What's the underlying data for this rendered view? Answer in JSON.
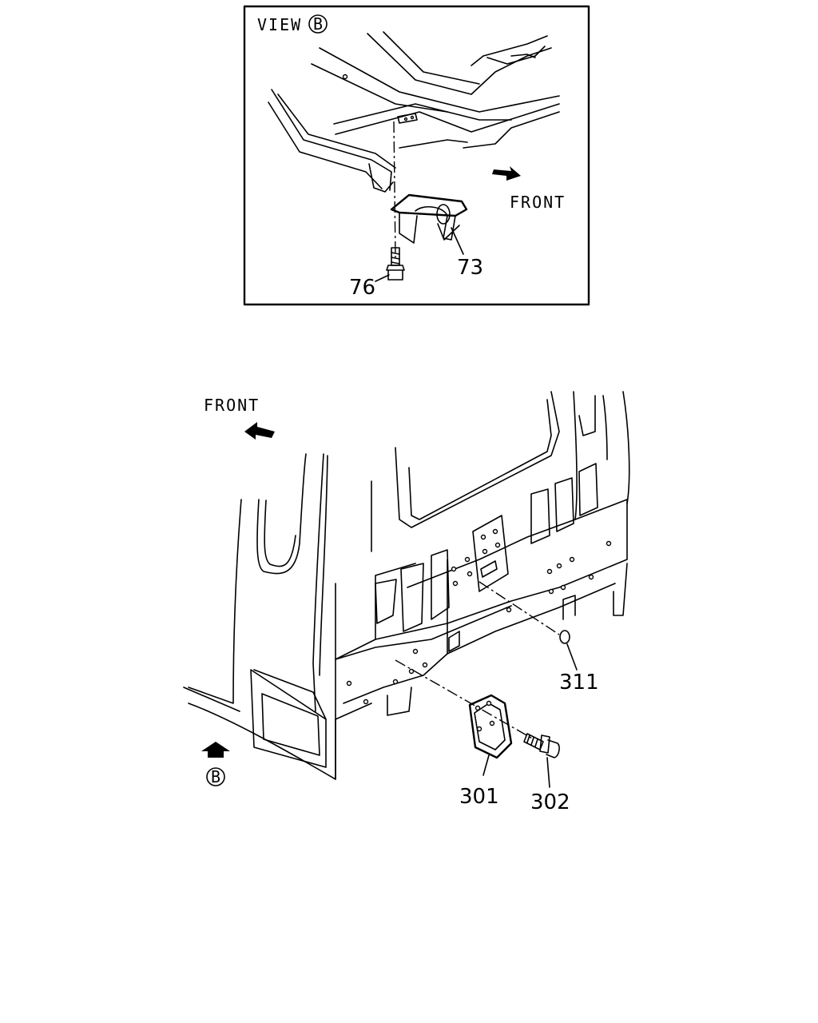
{
  "inset": {
    "view_label": "VIEW",
    "view_letter": "B",
    "front_label": "FRONT",
    "parts": {
      "bracket": "73",
      "bolt": "76"
    }
  },
  "main": {
    "front_label": "FRONT",
    "view_marker_letter": "B",
    "parts": {
      "ring": "311",
      "plate": "301",
      "bolt": "302"
    }
  }
}
